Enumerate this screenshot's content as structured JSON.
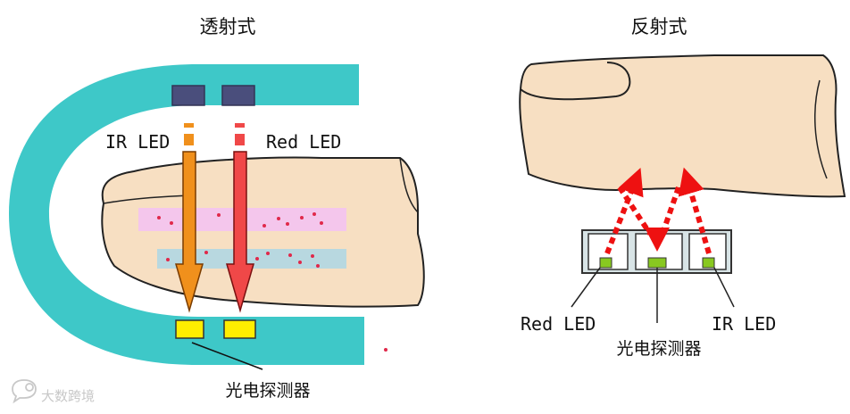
{
  "transmissive": {
    "title": "透射式",
    "ir_led_label": "IR LED",
    "red_led_label": "Red LED",
    "detector_label": "光电探测器"
  },
  "reflective": {
    "title": "反射式",
    "red_led_label": "Red LED",
    "ir_led_label": "IR LED",
    "detector_label": "光电探测器"
  },
  "watermark": {
    "text": "大数跨境"
  },
  "colors": {
    "clip": "#3ec8c8",
    "finger_fill": "#f7dfc2",
    "finger_stroke": "#222222",
    "tissue_pink": "#f4c6ec",
    "tissue_blue": "#b8d8e0",
    "blood_dot": "#e0284a",
    "led_pad": "#4a4e7c",
    "ir_arrow": "#f0901c",
    "red_arrow": "#f04848",
    "detector_yellow": "#ffee00",
    "reflect_arrow": "#ee1111",
    "sensor_green": "#88c820"
  },
  "icons": {
    "watermark_logo": "chat-bubble-icon"
  }
}
